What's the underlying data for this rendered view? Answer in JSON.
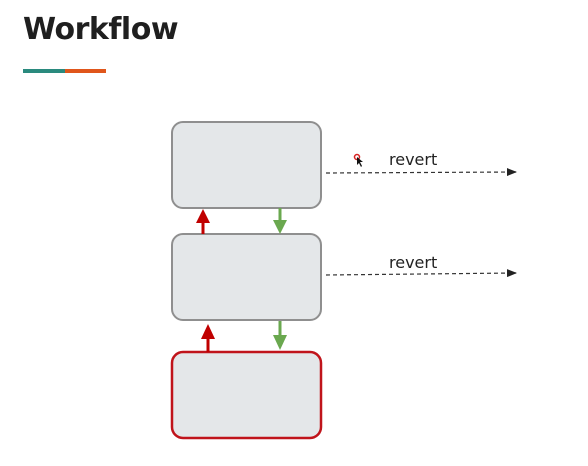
{
  "slide": {
    "title": "Workflow"
  },
  "accent": {
    "teal": "#2a8a7e",
    "orange": "#e0561b"
  },
  "diagram": {
    "colors": {
      "box_fill": "#e4e7e9",
      "box_stroke": "#8f8f8f",
      "highlight_stroke": "#c0141b",
      "up_arrow": "#c00000",
      "down_arrow": "#6aa84f",
      "dashed": "#333333"
    },
    "revert_labels": [
      "revert",
      "revert"
    ]
  }
}
